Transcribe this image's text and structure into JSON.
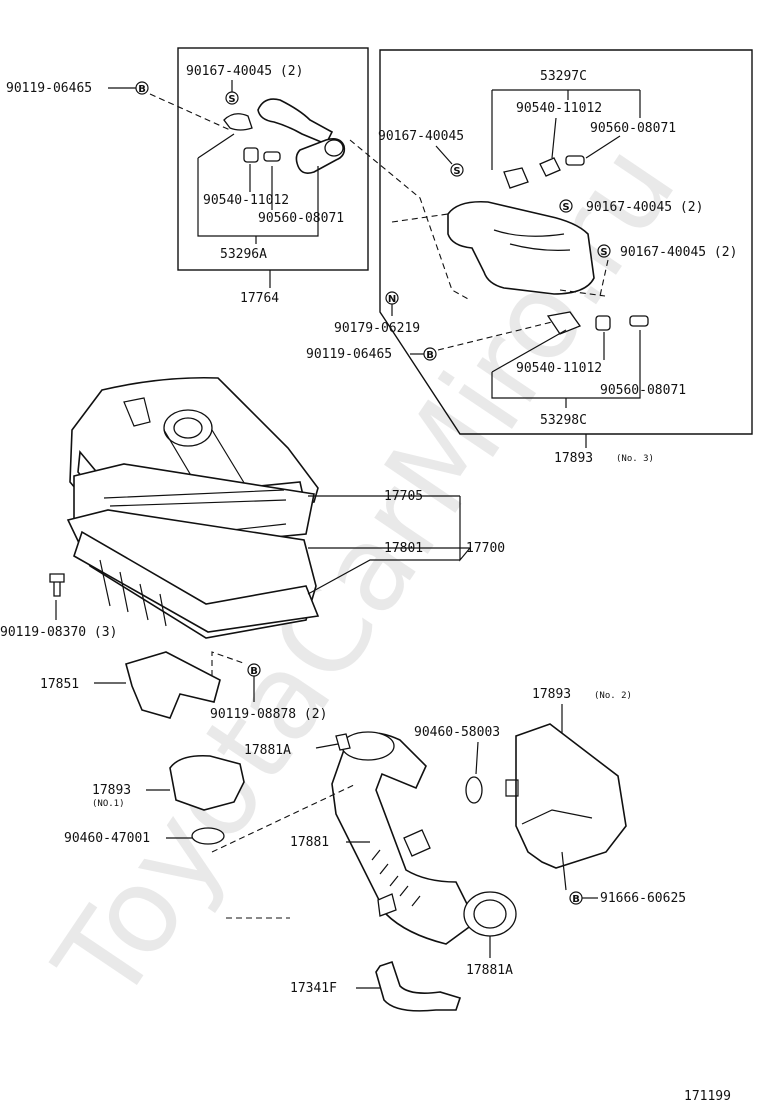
{
  "watermark": "ToyotaCarMiro.ru",
  "page_code": "171199",
  "badges": {
    "b": "B",
    "s": "S",
    "n": "N"
  },
  "box_17764": {
    "assembly_no": "17764",
    "kit_no": "53296A",
    "bolt_clamp": "90167-40045 (2)",
    "grommet": "90540-11012",
    "cushion": "90560-08071"
  },
  "box_17893_no3": {
    "assembly_no": "17893",
    "assembly_note": "(No. 3)",
    "kit_top": "53297C",
    "kit_bottom": "53298C",
    "grommet_top": "90540-11012",
    "cushion_top": "90560-08071",
    "clamp_left": "90167-40045",
    "clamp_right_1": "90167-40045 (2)",
    "clamp_right_2": "90167-40045 (2)",
    "grommet_bottom": "90540-11012",
    "cushion_bottom": "90560-08071"
  },
  "outside_labels": {
    "bolt_top_left": "90119-06465",
    "nut_clip": "90179-06219",
    "bolt_mid": "90119-06465",
    "cap_sub": "17705",
    "element": "17801",
    "cleaner_assy": "17700",
    "bolt_washer": "90119-08370 (3)",
    "bracket": "17851",
    "bracket_bolt": "90119-08878 (2)",
    "resonator_no2": "17893",
    "resonator_no2_note": "(No. 2)",
    "grommet_mid": "90460-58003",
    "clamp_upper": "17881A",
    "resonator_no1": "17893",
    "resonator_no1_note": "(NO.1)",
    "grommet_low": "90460-47001",
    "hose": "17881",
    "bolt_right": "91666-60625",
    "clamp_lower": "17881A",
    "hose_small": "17341F"
  }
}
